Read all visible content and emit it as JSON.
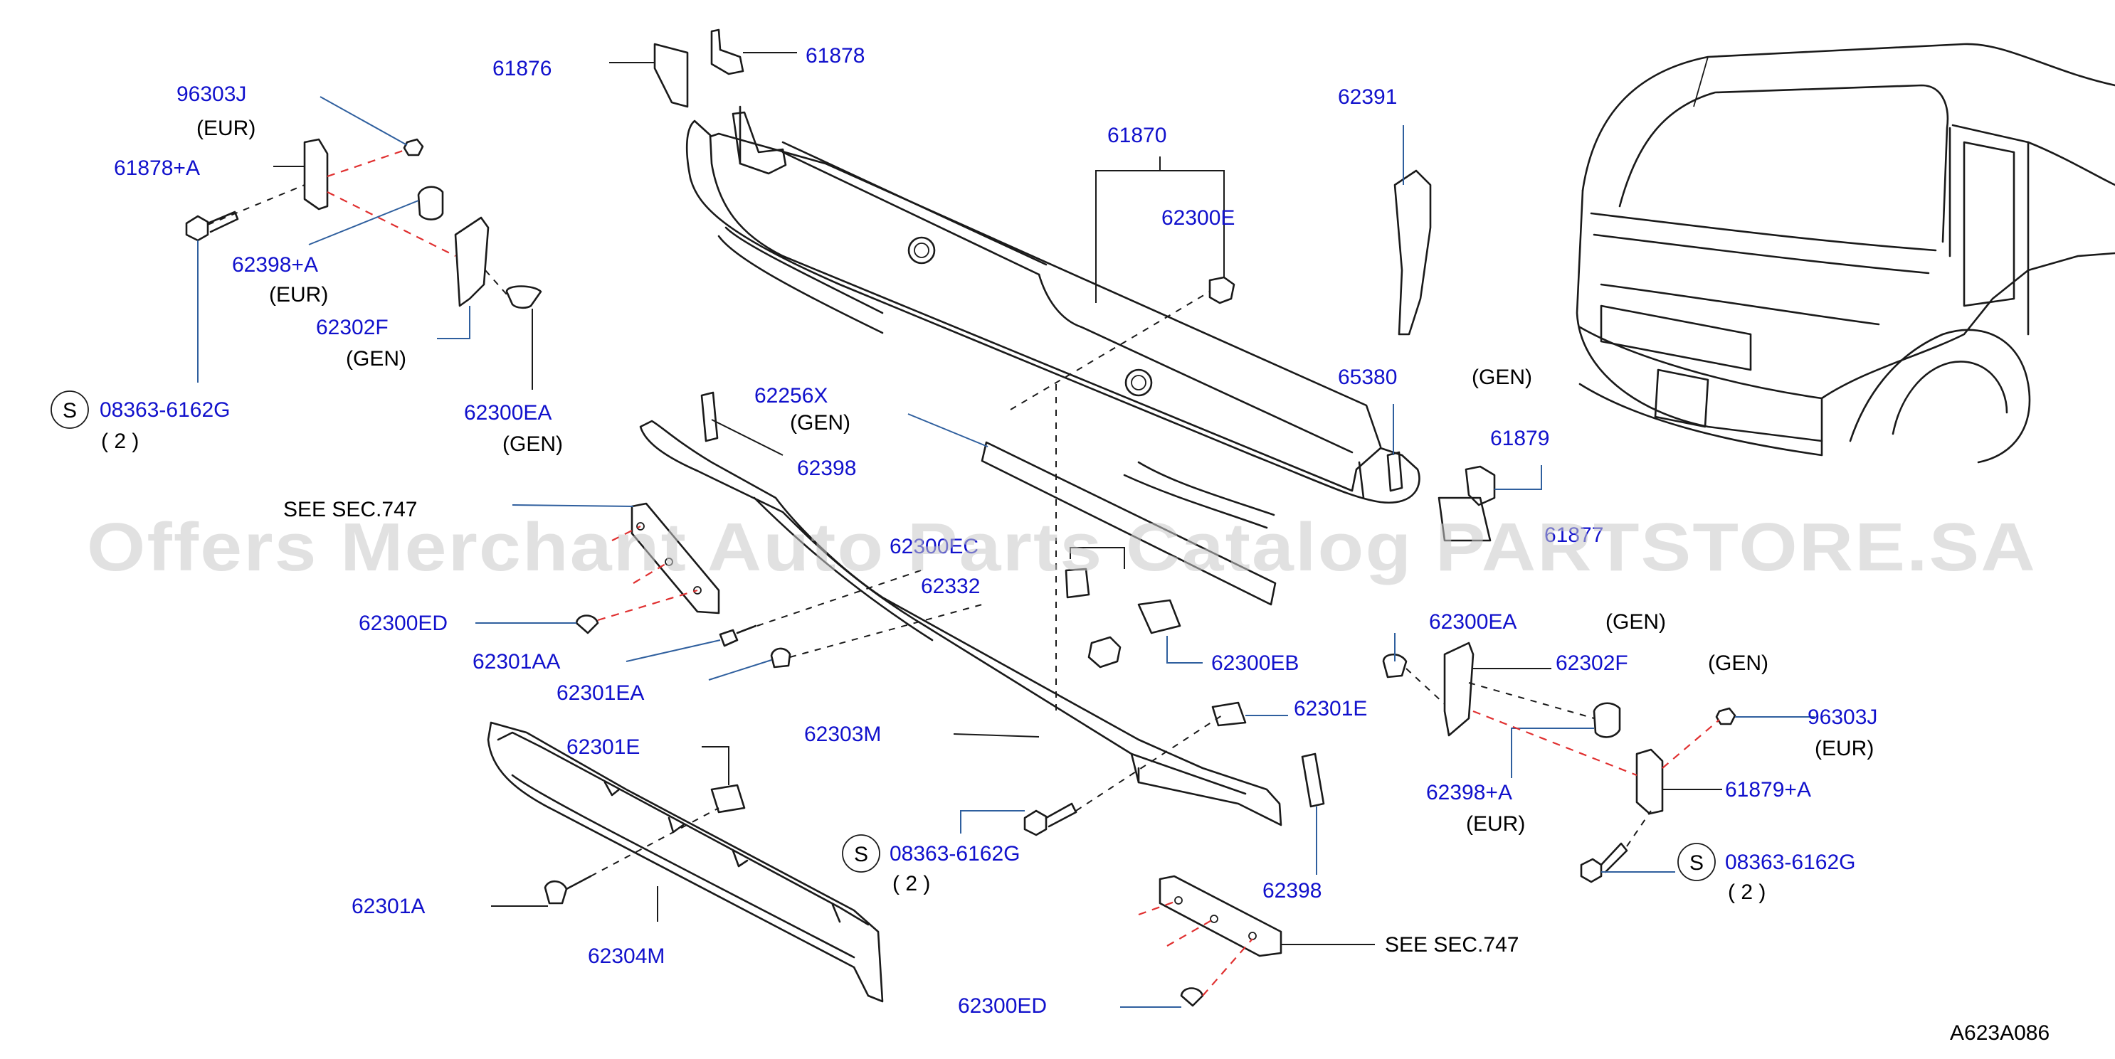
{
  "colors": {
    "part_number": "#1111cc",
    "annotation": "#000000",
    "leader_blue": "#2f5f9e",
    "dash_red": "#e03030",
    "watermark": "#c8c8c8"
  },
  "watermark": "Offers Merchant Auto Parts Catalog PARTSTORE.SA",
  "diagram_code": "A623A086",
  "icons": {
    "std_part_symbol": "circled-s-icon"
  },
  "labels": [
    {
      "id": "p61876",
      "text": "61876",
      "kind": "part"
    },
    {
      "id": "p61878",
      "text": "61878",
      "kind": "part"
    },
    {
      "id": "p96303j_l",
      "text": "96303J",
      "kind": "part"
    },
    {
      "id": "n_eur_1",
      "text": "(EUR)",
      "kind": "note"
    },
    {
      "id": "p61878a",
      "text": "61878+A",
      "kind": "part"
    },
    {
      "id": "p62398a_l",
      "text": "62398+A",
      "kind": "part"
    },
    {
      "id": "n_eur_2",
      "text": "(EUR)",
      "kind": "note"
    },
    {
      "id": "p62302f_l",
      "text": "62302F",
      "kind": "part"
    },
    {
      "id": "n_gen_1",
      "text": "(GEN)",
      "kind": "note"
    },
    {
      "id": "p08363_l",
      "text": "08363-6162G",
      "kind": "part"
    },
    {
      "id": "q2_l",
      "text": "(  2  )",
      "kind": "note"
    },
    {
      "id": "p62300ea_l",
      "text": "62300EA",
      "kind": "part"
    },
    {
      "id": "n_gen_2",
      "text": "(GEN)",
      "kind": "note"
    },
    {
      "id": "p61870",
      "text": "61870",
      "kind": "part"
    },
    {
      "id": "p62300e",
      "text": "62300E",
      "kind": "part"
    },
    {
      "id": "p62391",
      "text": "62391",
      "kind": "part"
    },
    {
      "id": "p65380",
      "text": "65380",
      "kind": "part"
    },
    {
      "id": "n_gen_3",
      "text": "(GEN)",
      "kind": "note"
    },
    {
      "id": "p61879",
      "text": "61879",
      "kind": "part"
    },
    {
      "id": "p62256x",
      "text": "62256X",
      "kind": "part"
    },
    {
      "id": "n_gen_4",
      "text": "(GEN)",
      "kind": "note"
    },
    {
      "id": "p62398_u",
      "text": "62398",
      "kind": "part"
    },
    {
      "id": "see_1",
      "text": "SEE   SEC.747",
      "kind": "note"
    },
    {
      "id": "p62300ec",
      "text": "62300EC",
      "kind": "part"
    },
    {
      "id": "p62332",
      "text": "62332",
      "kind": "part"
    },
    {
      "id": "p61877",
      "text": "61877",
      "kind": "part"
    },
    {
      "id": "p62300ed_u",
      "text": "62300ED",
      "kind": "part"
    },
    {
      "id": "p62301aa",
      "text": "62301AA",
      "kind": "part"
    },
    {
      "id": "p62301ea",
      "text": "62301EA",
      "kind": "part"
    },
    {
      "id": "p62300ea_r",
      "text": "62300EA",
      "kind": "part"
    },
    {
      "id": "n_gen_5",
      "text": "(GEN)",
      "kind": "note"
    },
    {
      "id": "p62300eb",
      "text": "62300EB",
      "kind": "part"
    },
    {
      "id": "p62302f_r",
      "text": "62302F",
      "kind": "part"
    },
    {
      "id": "n_gen_6",
      "text": "(GEN)",
      "kind": "note"
    },
    {
      "id": "p62301e_r",
      "text": "62301E",
      "kind": "part"
    },
    {
      "id": "p62301e_l",
      "text": "62301E",
      "kind": "part"
    },
    {
      "id": "p62303m",
      "text": "62303M",
      "kind": "part"
    },
    {
      "id": "p96303j_r",
      "text": "96303J",
      "kind": "part"
    },
    {
      "id": "n_eur_3",
      "text": "(EUR)",
      "kind": "note"
    },
    {
      "id": "p62398a_r",
      "text": "62398+A",
      "kind": "part"
    },
    {
      "id": "n_eur_4",
      "text": "(EUR)",
      "kind": "note"
    },
    {
      "id": "p61879a",
      "text": "61879+A",
      "kind": "part"
    },
    {
      "id": "p08363_m",
      "text": "08363-6162G",
      "kind": "part"
    },
    {
      "id": "q2_m",
      "text": "(  2  )",
      "kind": "note"
    },
    {
      "id": "p08363_r",
      "text": "08363-6162G",
      "kind": "part"
    },
    {
      "id": "q2_r",
      "text": "(  2  )",
      "kind": "note"
    },
    {
      "id": "p62398_l",
      "text": "62398",
      "kind": "part"
    },
    {
      "id": "p62301a",
      "text": "62301A",
      "kind": "part"
    },
    {
      "id": "p62304m",
      "text": "62304M",
      "kind": "part"
    },
    {
      "id": "see_2",
      "text": "SEE   SEC.747",
      "kind": "note"
    },
    {
      "id": "p62300ed_l",
      "text": "62300ED",
      "kind": "part"
    },
    {
      "id": "code",
      "text": "A623A086",
      "kind": "note"
    }
  ],
  "std_symbols": [
    {
      "id": "s1",
      "text": "S"
    },
    {
      "id": "s2",
      "text": "S"
    },
    {
      "id": "s3",
      "text": "S"
    }
  ]
}
